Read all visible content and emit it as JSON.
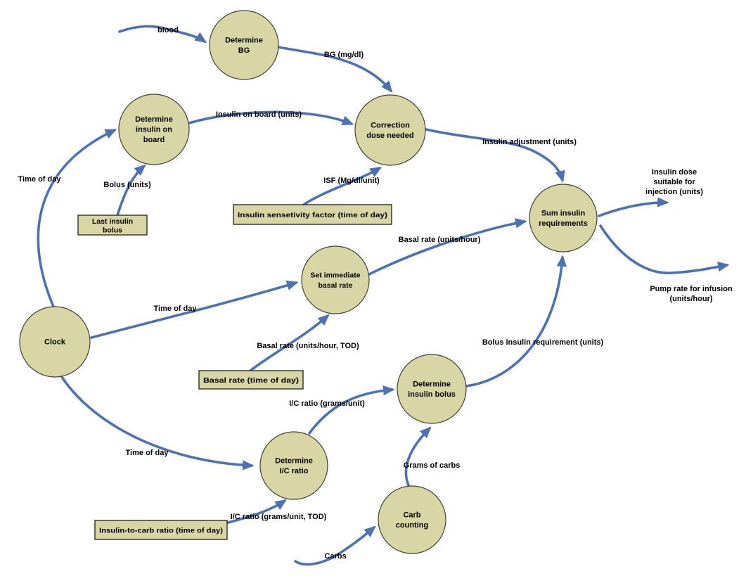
{
  "diagram": {
    "type": "data-flow-diagram",
    "colors": {
      "background": "#ffffff",
      "node_fill": "#d8d6a4",
      "node_border": "#3f3f38",
      "store_fill": "#d8d6a4",
      "store_border": "#2e2e2a",
      "arrow": "#4d72b2",
      "text": "#000000"
    },
    "nodes": [
      {
        "id": "determine-bg",
        "label": "Determine\nBG"
      },
      {
        "id": "determine-iob",
        "label": "Determine\ninsulin on\nboard"
      },
      {
        "id": "correction-dose",
        "label": "Correction\ndose needed"
      },
      {
        "id": "sum-insulin",
        "label": "Sum insulin\nrequirements"
      },
      {
        "id": "set-basal",
        "label": "Set immediate\nbasal rate"
      },
      {
        "id": "clock",
        "label": "Clock"
      },
      {
        "id": "determine-ic",
        "label": "Determine\nI/C ratio"
      },
      {
        "id": "determine-bolus",
        "label": "Determine\ninsulin bolus"
      },
      {
        "id": "carb-counting",
        "label": "Carb\ncounting"
      }
    ],
    "stores": [
      {
        "id": "last-insulin-bolus",
        "label": "Last insulin\nbolus"
      },
      {
        "id": "isf-store",
        "label": "Insulin sensetivity factor (time of day)"
      },
      {
        "id": "basal-store",
        "label": "Basal rate (time of day)"
      },
      {
        "id": "ic-store",
        "label": "Insulin-to-carb ratio (time of day)"
      }
    ],
    "flows": [
      {
        "id": "blood",
        "label": "blood",
        "from": "",
        "to": "determine-bg"
      },
      {
        "id": "bg-mgdl",
        "label": "BG (mg/dl)",
        "from": "determine-bg",
        "to": "correction-dose"
      },
      {
        "id": "iob-units",
        "label": "Insulin on board (units)",
        "from": "determine-iob",
        "to": "correction-dose"
      },
      {
        "id": "tod-1",
        "label": "Time of day",
        "from": "clock",
        "to": "determine-iob"
      },
      {
        "id": "bolus-units",
        "label": "Bolus (units)",
        "from": "last-insulin-bolus",
        "to": "determine-iob"
      },
      {
        "id": "isf-units",
        "label": "ISF (Mg/dl/unit)",
        "from": "isf-store",
        "to": "correction-dose"
      },
      {
        "id": "insulin-adj",
        "label": "Insulin adjustment (units)",
        "from": "correction-dose",
        "to": "sum-insulin"
      },
      {
        "id": "basal-uh",
        "label": "Basal rate (units/hour)",
        "from": "set-basal",
        "to": "sum-insulin"
      },
      {
        "id": "tod-2",
        "label": "Time of day",
        "from": "clock",
        "to": "set-basal"
      },
      {
        "id": "basal-tod",
        "label": "Basal rate (units/hour, TOD)",
        "from": "basal-store",
        "to": "set-basal"
      },
      {
        "id": "tod-3",
        "label": "Time of day",
        "from": "clock",
        "to": "determine-ic"
      },
      {
        "id": "ic-ratio-tod",
        "label": "I/C ratio (grams/unit, TOD)",
        "from": "ic-store",
        "to": "determine-ic"
      },
      {
        "id": "ic-ratio",
        "label": "I/C ratio (grams/unit)",
        "from": "determine-ic",
        "to": "determine-bolus"
      },
      {
        "id": "grams-carbs",
        "label": "Grams of carbs",
        "from": "carb-counting",
        "to": "determine-bolus"
      },
      {
        "id": "carbs",
        "label": "Carbs",
        "from": "",
        "to": "carb-counting"
      },
      {
        "id": "bolus-req",
        "label": "Bolus insulin requirement (units)",
        "from": "determine-bolus",
        "to": "sum-insulin"
      },
      {
        "id": "out-injection",
        "label": "Insulin dose\nsuitable for\ninjection (units)",
        "from": "sum-insulin",
        "to": ""
      },
      {
        "id": "out-pump",
        "label": "Pump rate for infusion\n(units/hour)",
        "from": "sum-insulin",
        "to": ""
      }
    ]
  }
}
